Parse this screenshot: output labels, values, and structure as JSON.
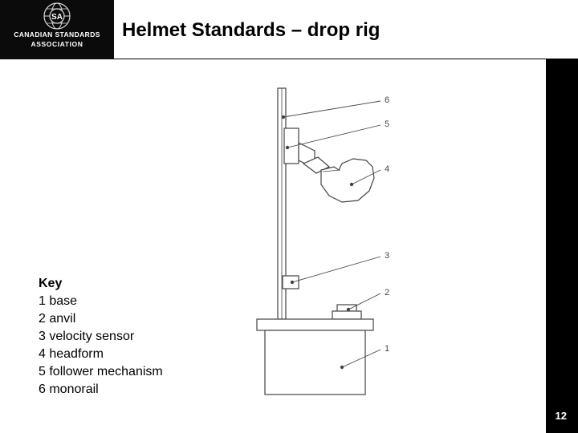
{
  "header": {
    "title": "Helmet Standards – drop rig",
    "logo": {
      "mark": "SA",
      "line1": "CANADIAN STANDARDS",
      "line2": "ASSOCIATION",
      "icon": "csa-globe-logo-icon"
    }
  },
  "figure": {
    "callouts": [
      "6",
      "5",
      "4",
      "3",
      "2",
      "1"
    ]
  },
  "key": {
    "title": "Key",
    "items": [
      "1 base",
      "2 anvil",
      "3 velocity sensor",
      "4 headform",
      "5 follower mechanism",
      "6 monorail"
    ]
  },
  "footer": {
    "page_number": "12"
  },
  "colors": {
    "background": "#ffffff",
    "dark": "#000000",
    "logo_bg": "#0b0b0b",
    "drawing_line": "#444444"
  }
}
